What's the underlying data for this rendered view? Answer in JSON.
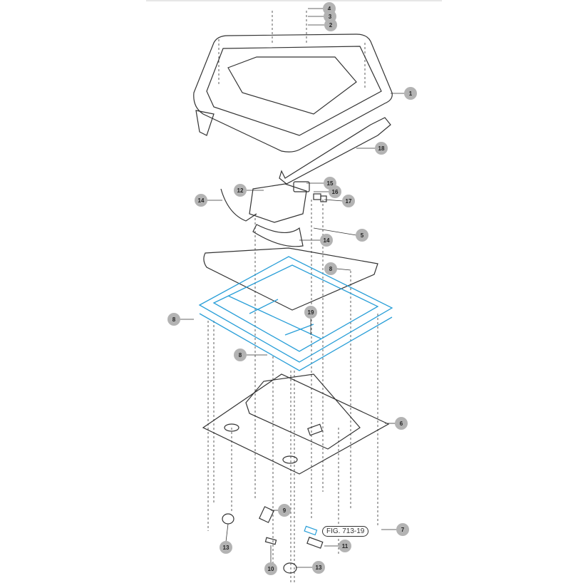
{
  "figure_ref": "FIG. 713-19",
  "callouts": [
    "4",
    "3",
    "2",
    "1",
    "18",
    "15",
    "12",
    "16",
    "17",
    "14",
    "5",
    "14",
    "8",
    "8",
    "19",
    "8",
    "6",
    "9",
    "7",
    "11",
    "13",
    "10",
    "13"
  ],
  "colors": {
    "line": "#333333",
    "frame": "#2a9fd8",
    "callout_bg": "#b3b3b3"
  }
}
